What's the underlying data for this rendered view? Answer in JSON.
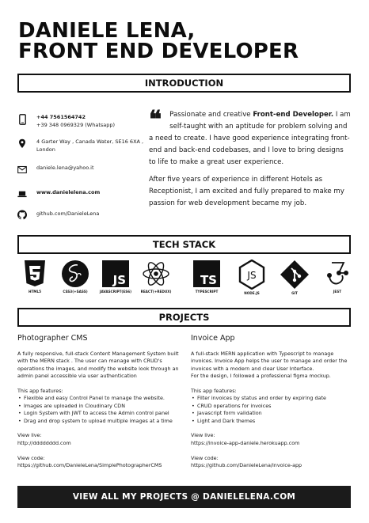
{
  "header": {
    "name": "DANIELE LENA,",
    "role": "FRONT END DEVELOPER"
  },
  "sections": {
    "intro": "INTRODUCTION",
    "stack": "TECH STACK",
    "projects": "PROJECTS"
  },
  "contact": {
    "phone1": "+44 7561564742",
    "phone2": "+39 348 0969329 (Whatsapp)",
    "address1": "4 Garter Way , Canada Water, SE16 6XA ,",
    "address2": "London",
    "email": "daniele.lena@yahoo.it",
    "website": "www.danielelena.com",
    "github": "github.com/DanieleLena"
  },
  "intro": {
    "p1_a": "Passionate and creative ",
    "p1_b": "Front-end Developer.",
    "p1_c": " I am self-taught with an aptitude for problem solving and a need to create. I have good experience integrating front-end and back-end codebases, and I love to bring designs to life to make a great user experience.",
    "p2": "After five years of experience in different Hotels as Receptionist, I am excited and fully prepared to make my passion for web development became my job."
  },
  "stack": [
    {
      "label": "HTML5",
      "icon": "html5-icon"
    },
    {
      "label": "CSS3(+SASS)",
      "icon": "sass-icon"
    },
    {
      "label": "JAVASCRIPT(ES6)",
      "icon": "javascript-icon"
    },
    {
      "label": "REACT(+REDUX)",
      "icon": "react-icon"
    },
    {
      "label": "TYPESCRIPT",
      "icon": "typescript-icon"
    },
    {
      "label": "NODE.JS",
      "icon": "nodejs-icon"
    },
    {
      "label": "GIT",
      "icon": "git-icon"
    },
    {
      "label": "JEST",
      "icon": "jest-icon"
    }
  ],
  "projects": {
    "left": {
      "title": "Photographer CMS",
      "desc": "A fully responsive, full-stack  Content Management System built with the MERN stack . The user can manage with CRUD's operations the images, and modify the website look through an admin panel accessible via user authentication",
      "features_title": "This app features:",
      "features": [
        "Flexible and easy Control Panel to manage the website.",
        "Images are uploaded  in Cloudinary CDN",
        "Login System with JWT to access the Admin control panel",
        "Drag and drop system to upload multiple images at a time"
      ],
      "live_label": "View live:",
      "live_url": "http://dddddddd.com",
      "code_label": "View code:",
      "code_url": "https://github.com/DanieleLena/SimplePhotographerCMS"
    },
    "right": {
      "title": "Invoice App",
      "desc": "A full-stack MERN application with Typescript to manage invoices. Invoice App helps the user to manage and order the invoices with a modern and clear User Interface.",
      "desc2": "For the design, I followed a professional figma mockup.",
      "features_title": "This app features:",
      "features": [
        "Filter invoices by status and order by expiring date",
        "CRUD operations for invoices",
        "Javascript form validation",
        "Light and Dark themes"
      ],
      "live_label": "View live:",
      "live_url": "https://invoice-app-daniele.herokuapp.com",
      "code_label": "View code:",
      "code_url": "https://github.com/DanieleLena/invoice-app"
    }
  },
  "footer": {
    "label": "VIEW ALL MY PROJECTS @ DANIELELENA.COM"
  }
}
